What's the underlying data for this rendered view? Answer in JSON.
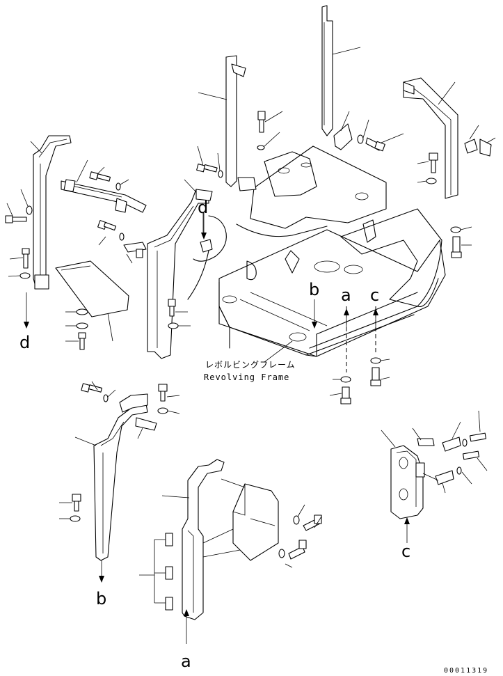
{
  "diagram": {
    "caption_jp": "レボルビングフレーム",
    "caption_en": "Revolving Frame",
    "callouts": {
      "a_upper": "a",
      "a_lower": "a",
      "b_upper": "b",
      "b_lower": "b",
      "c_upper": "c",
      "c_lower": "c",
      "d_upper": "d",
      "d_lower": "d"
    },
    "drawing_id": "00011319"
  }
}
